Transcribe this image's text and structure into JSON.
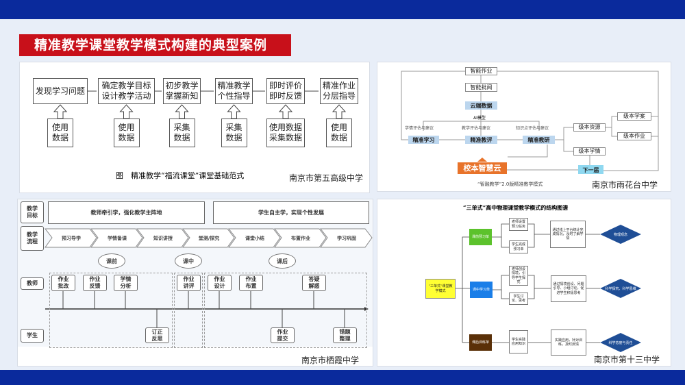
{
  "slide_title": "精准教学课堂教学模式构建的典型案例",
  "panel1": {
    "steps": [
      "发现学习问题",
      "确定教学目标设计教学活动",
      "初步教学掌握新知",
      "精准教学个性指导",
      "即时评价即时反馈",
      "精准作业分层指导"
    ],
    "step_lines": [
      [
        "发现学习问题"
      ],
      [
        "确定教学目标",
        "设计教学活动"
      ],
      [
        "初步教学",
        "掌握新知"
      ],
      [
        "精准教学",
        "个性指导"
      ],
      [
        "即时评价",
        "即时反馈"
      ],
      [
        "精准作业",
        "分层指导"
      ]
    ],
    "data_boxes": [
      [
        "使用",
        "数据"
      ],
      [
        "使用",
        "数据"
      ],
      [
        "采集",
        "数据"
      ],
      [
        "采集",
        "数据"
      ],
      [
        "使用数据",
        "采集数据"
      ],
      [
        "使用",
        "数据"
      ]
    ],
    "caption": "图　精准教学“福流课堂”课堂基础范式",
    "school": "南京市第五高级中学"
  },
  "panel2": {
    "nodes": {
      "hw": "智能作业",
      "review": "智能批阅",
      "cloud": "云端数据",
      "ai": "AI模型",
      "l1": "学情评估与建议",
      "l2": "教学评估与建议",
      "l3": "知识点评估与建议",
      "learn": "精准学习",
      "eval": "精准教评",
      "research": "精准教研",
      "res": "级本资源",
      "info": "级本学情",
      "plan": "级本学案",
      "work": "级本作业",
      "next": "下一届",
      "smart": "校本智慧云"
    },
    "caption": "“智融教学”2.0版精准教学模式",
    "school": "南京市雨花台中学"
  },
  "panel3": {
    "goal_label": [
      "教学",
      "目标"
    ],
    "flow_label": [
      "教学",
      "流程"
    ],
    "teacher_label": "教师",
    "student_label": "学生",
    "goals": [
      "教师牵引学，强化教学主阵地",
      "学生自主学，实现个性发展"
    ],
    "flow": [
      "预习导学",
      "学情备课",
      "知识讲授",
      "堂测/探究",
      "课堂小结",
      "布置作业",
      "学习巩固"
    ],
    "phases": [
      "课前",
      "课中",
      "课后"
    ],
    "teacher": [
      [
        "作业",
        "批改"
      ],
      [
        "作业",
        "反馈"
      ],
      [
        "学情",
        "分析"
      ],
      [
        "作业",
        "讲评"
      ],
      [
        "作业",
        "设计"
      ],
      [
        "作业",
        "布置"
      ],
      [
        "答疑",
        "解惑"
      ]
    ],
    "student": [
      [
        "订正",
        "反思"
      ],
      [
        "作业",
        "提交"
      ],
      [
        "错题",
        "整理"
      ]
    ],
    "school": "南京市栖霞中学"
  },
  "panel4": {
    "title": "“三单式”高中物理课堂教学模式的结构图谱",
    "root": "“三单式”课堂教学模式",
    "units": [
      "课前预习单",
      "课中学习单",
      "课后训练单"
    ],
    "subs": [
      "老师设置预习任务",
      "学生完成预习单",
      "老师创设情境，引导学生探究",
      "学生讨论、思考",
      "学生实践应用知识"
    ],
    "details": [
      "通过线上平台统计完成情况，及时了解学情",
      "通过情境创设、问题引导、小组讨论，促进学生积极思考",
      "实践应用，针对训练，及时反馈"
    ],
    "goals": [
      "物理观念",
      "科学探究、科学思维",
      "科学态度与责任"
    ],
    "school": "南京市第十三中学"
  },
  "colors": {
    "header": "#0a2a9c",
    "title_bg": "#c8101a",
    "orange": "#e8732a",
    "light_blue": "#bcd6ee",
    "cyan": "#8fd8f0"
  }
}
